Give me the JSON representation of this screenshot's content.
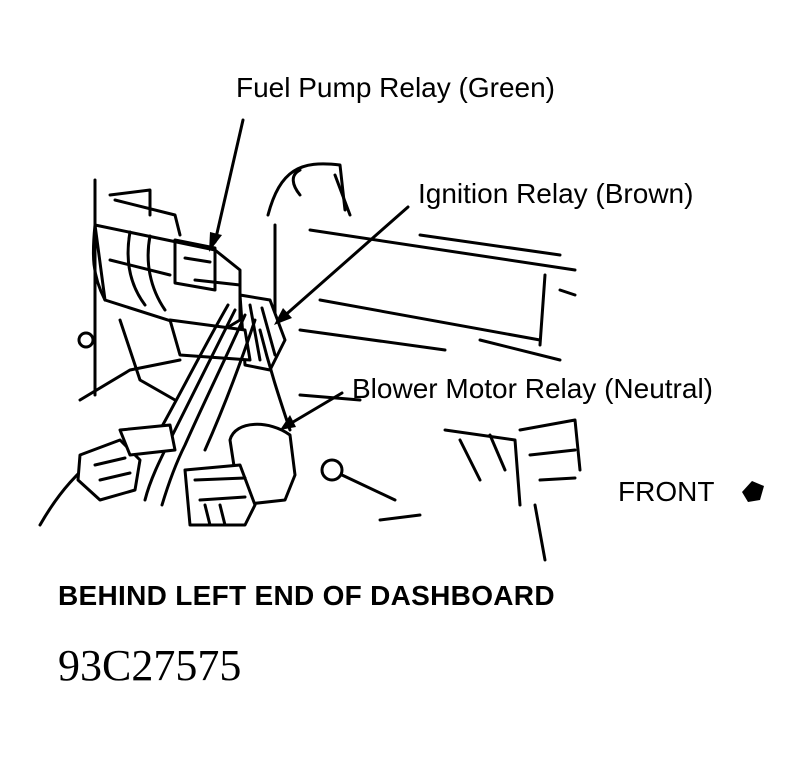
{
  "labels": {
    "fuel_pump_relay": "Fuel Pump Relay (Green)",
    "ignition_relay": "Ignition Relay (Brown)",
    "blower_motor_relay": "Blower Motor Relay (Neutral)",
    "front": "FRONT"
  },
  "caption": "BEHIND LEFT END OF DASHBOARD",
  "figure_id": "93C27575",
  "colors": {
    "ink": "#000000",
    "paper": "#ffffff"
  },
  "icons": {
    "front_arrow": "front-direction-arrow-icon"
  }
}
